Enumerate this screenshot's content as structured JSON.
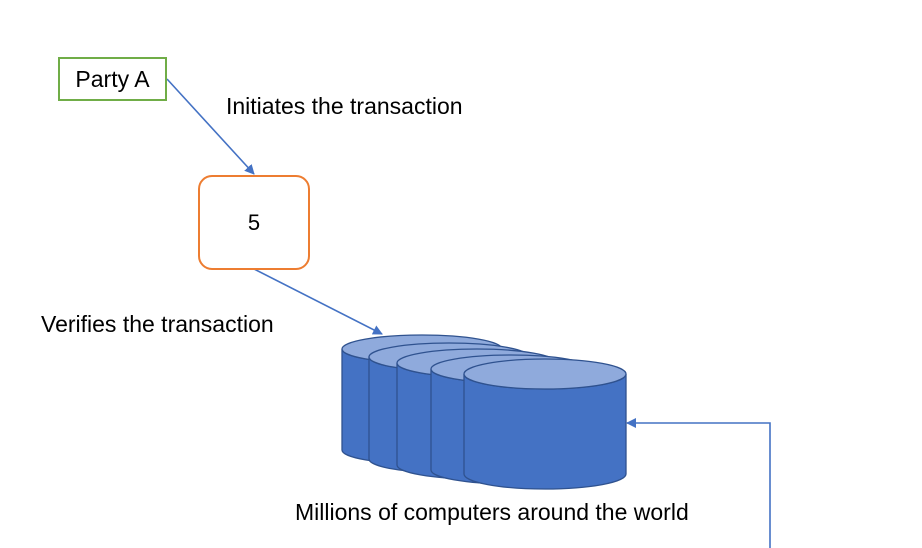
{
  "party_a": {
    "label": "Party A",
    "border_color": "#70ad47"
  },
  "verifier": {
    "label": "5",
    "border_color": "#ed7d31"
  },
  "edges": {
    "initiates": "Initiates the transaction",
    "verifies": "Verifies the transaction"
  },
  "network": {
    "label": "Millions of computers around the world",
    "computer_count": 5,
    "body_color": "#4472c4",
    "top_color": "#8faadc",
    "outline_color": "#2f528f"
  },
  "connector_color": "#4472c4"
}
